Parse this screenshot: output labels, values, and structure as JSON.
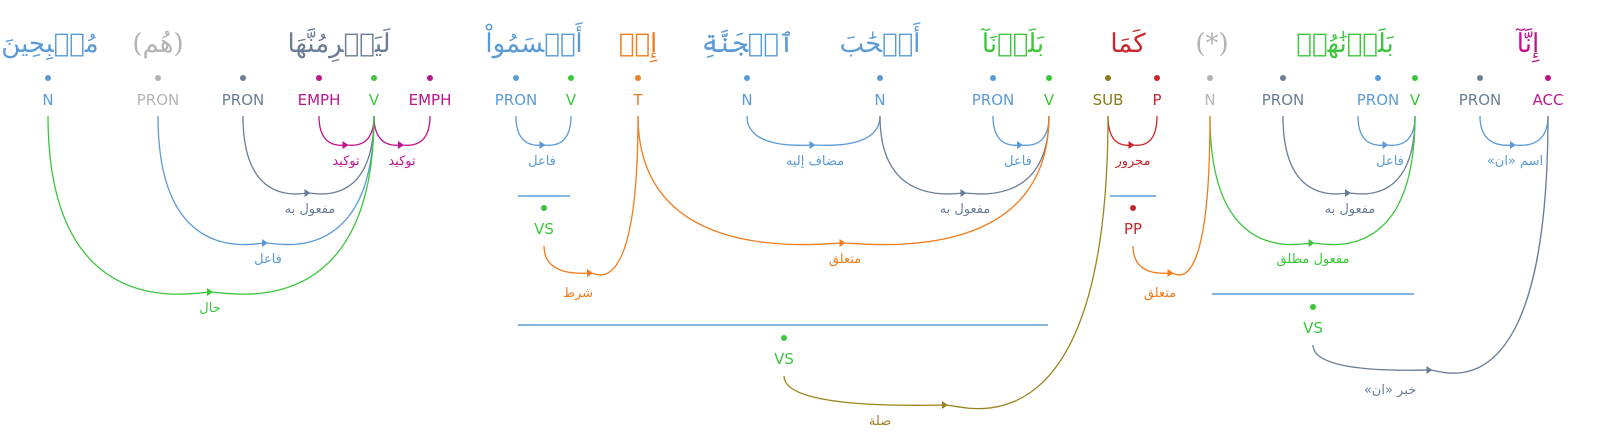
{
  "colors": {
    "noun": "#5b9bd5",
    "pron": "#6b7d96",
    "verb": "#3cc63c",
    "emph": "#c0148c",
    "acc": "#c0148c",
    "time": "#f07c1e",
    "sub": "#8b7a1a",
    "prep": "#c8282d",
    "hidden": "#b4b4b4",
    "edge_fa": "#5b9bd5",
    "edge_obj": "#6b7d96",
    "edge_tawkid": "#c0148c",
    "edge_hal": "#3cc63c",
    "edge_mutaallaq": "#f07c1e",
    "edge_sila": "#9a8420",
    "edge_majrur": "#c8282d",
    "edge_khabar": "#6b7d96",
    "edge_isminna": "#5b9bd5"
  },
  "words": [
    {
      "text": "إِنَّآ",
      "color": "emph"
    },
    {
      "text": "بَلَوۡنَٰهُمۡ",
      "color": "verb"
    },
    {
      "text": "(*)",
      "color": "hidden"
    },
    {
      "text": "كَمَا",
      "color": "prep"
    },
    {
      "text": "بَلَوۡنَآ",
      "color": "verb"
    },
    {
      "text": "أَصۡحَٰبَ",
      "color": "noun"
    },
    {
      "text": "ٱلۡجَنَّةِ",
      "color": "noun"
    },
    {
      "text": "إِذۡ",
      "color": "time"
    },
    {
      "text": "أَقۡسَمُواْ",
      "color": "noun"
    },
    {
      "text": "لَيَصۡرِمُنَّهَا",
      "color": "pron"
    },
    {
      "text": "(هُم)",
      "color": "hidden"
    },
    {
      "text": "مُصۡبِحِينَ",
      "color": "noun"
    }
  ],
  "nodes": [
    {
      "tag": "ACC",
      "color": "acc"
    },
    {
      "tag": "PRON",
      "color": "pron"
    },
    {
      "tag": "V",
      "color": "verb"
    },
    {
      "tag": "PRON",
      "color": "noun"
    },
    {
      "tag": "PRON",
      "color": "pron"
    },
    {
      "tag": "N",
      "color": "hidden"
    },
    {
      "tag": "P",
      "color": "prep"
    },
    {
      "tag": "SUB",
      "color": "sub"
    },
    {
      "tag": "V",
      "color": "verb"
    },
    {
      "tag": "PRON",
      "color": "noun"
    },
    {
      "tag": "N",
      "color": "noun"
    },
    {
      "tag": "N",
      "color": "noun"
    },
    {
      "tag": "T",
      "color": "time"
    },
    {
      "tag": "V",
      "color": "verb"
    },
    {
      "tag": "PRON",
      "color": "noun"
    },
    {
      "tag": "EMPH",
      "color": "emph"
    },
    {
      "tag": "V",
      "color": "verb"
    },
    {
      "tag": "EMPH",
      "color": "emph"
    },
    {
      "tag": "PRON",
      "color": "pron"
    },
    {
      "tag": "PRON",
      "color": "hidden"
    },
    {
      "tag": "N",
      "color": "noun"
    }
  ],
  "phrases": [
    {
      "tag": "VS",
      "color": "verb"
    },
    {
      "tag": "PP",
      "color": "prep"
    },
    {
      "tag": "VS",
      "color": "verb"
    },
    {
      "tag": "VS",
      "color": "verb"
    }
  ],
  "relations": [
    {
      "label": "اسم «ان»",
      "color": "edge_isminna"
    },
    {
      "label": "فاعل",
      "color": "edge_fa"
    },
    {
      "label": "مفعول به",
      "color": "edge_obj"
    },
    {
      "label": "مفعول مطلق",
      "color": "edge_hal"
    },
    {
      "label": "مجرور",
      "color": "edge_majrur"
    },
    {
      "label": "متعلق",
      "color": "edge_mutaallaq"
    },
    {
      "label": "فاعل",
      "color": "edge_fa"
    },
    {
      "label": "مضاف إليه",
      "color": "edge_fa"
    },
    {
      "label": "مفعول به",
      "color": "edge_obj"
    },
    {
      "label": "متعلق",
      "color": "edge_mutaallaq"
    },
    {
      "label": "فاعل",
      "color": "edge_fa"
    },
    {
      "label": "شرط",
      "color": "edge_mutaallaq"
    },
    {
      "label": "توكيد",
      "color": "edge_tawkid"
    },
    {
      "label": "توكيد",
      "color": "edge_tawkid"
    },
    {
      "label": "مفعول به",
      "color": "edge_obj"
    },
    {
      "label": "فاعل",
      "color": "edge_fa"
    },
    {
      "label": "حال",
      "color": "edge_hal"
    },
    {
      "label": "خبر «ان»",
      "color": "edge_khabar"
    },
    {
      "label": "صلة",
      "color": "edge_sila"
    }
  ]
}
